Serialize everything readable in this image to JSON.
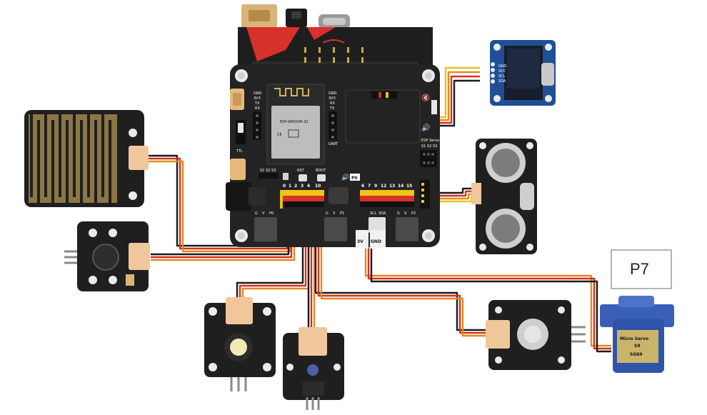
{
  "board": {
    "module_name": "ESP-WROOM-32",
    "left_header_pins": [
      "GND",
      "3V3",
      "TX",
      "RX"
    ],
    "right_header_pins": [
      "GND",
      "3V3",
      "RX",
      "TX"
    ],
    "switch_label": "TTL",
    "uart_label": "UART",
    "buttons": [
      "S1",
      "S2",
      "S3",
      "RST",
      "BOOT"
    ],
    "p0_label": "P0",
    "esp_servo_label": "ESP Servo",
    "esp_servo_pins": [
      "S1",
      "S2",
      "S3"
    ],
    "pin_numbers_left": [
      "0",
      "1",
      "2",
      "3",
      "4",
      "10"
    ],
    "pin_numbers_right": [
      "6",
      "7",
      "9",
      "12",
      "13",
      "14",
      "15"
    ],
    "bottom_labels": [
      "G",
      "V",
      "P0",
      "G",
      "V",
      "P1",
      "SCL",
      "SDA",
      "G",
      "V",
      "P2"
    ],
    "power_labels": [
      "3V",
      "GND"
    ]
  },
  "oled": {
    "pins": [
      "GND",
      "VCC",
      "SCL",
      "SDA"
    ]
  },
  "servo": {
    "line1": "Micro Servo",
    "line2": "S9",
    "line3": "SG69"
  },
  "callout": {
    "label": "P7"
  },
  "wire_colors": {
    "black": "#1a1a1a",
    "red": "#d8301f",
    "orange": "#e08a1f",
    "yellow": "#e7c21a"
  },
  "icons": [
    "speaker-mute-icon",
    "speaker-icon",
    "sound-icon"
  ]
}
